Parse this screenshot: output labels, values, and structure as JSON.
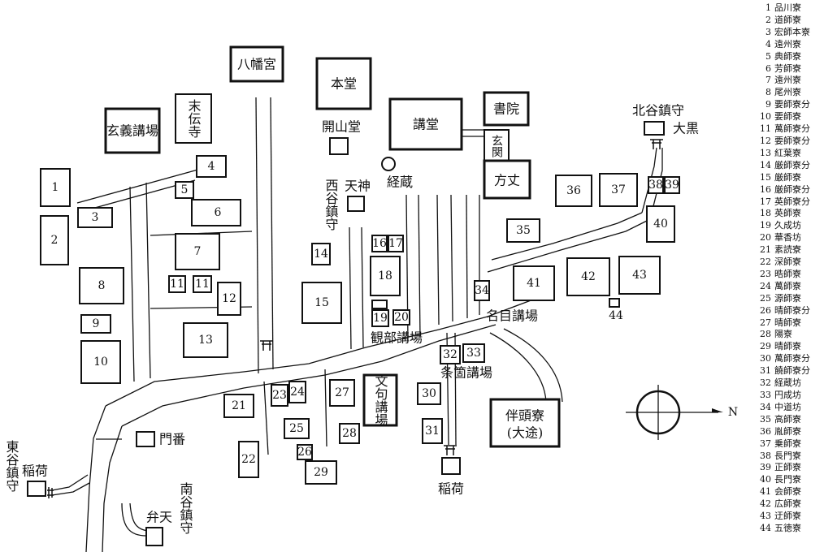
{
  "landmarks": {
    "hachimangu": "八幡宮",
    "hondo": "本堂",
    "kodo": "講堂",
    "shoin": "書院",
    "genkan": "玄関",
    "hojo": "方丈",
    "kaisando": "開山堂",
    "kyozo": "経蔵",
    "gengi_kojo": "玄義講場",
    "matsuden_ji": "末伝寺",
    "tenjin": "天神",
    "nishidani_chinju": "西谷鎮守",
    "kitadani_chinju": "北谷鎮守",
    "daikoku": "大黒",
    "myomoku_kojo": "名目講場",
    "kanbu_kojo": "観部講場",
    "joka_kojo": "条箇講場",
    "monku_kojo": "文句講場",
    "hanzu_ryo": "伴頭寮",
    "hanzu_ryo_note": "(大途)",
    "monban": "門番",
    "inari": "稲荷",
    "higashidani_chinju": "東谷鎮守",
    "higashidani_inari": "稲荷",
    "benten": "弁天",
    "minamidani_chinju": "南谷鎮守"
  },
  "compass": {
    "north": "N"
  },
  "buildings": [
    "1",
    "2",
    "3",
    "4",
    "5",
    "6",
    "7",
    "8",
    "9",
    "10",
    "11",
    "11",
    "12",
    "13",
    "14",
    "15",
    "16",
    "17",
    "18",
    "19",
    "20",
    "21",
    "22",
    "23",
    "24",
    "25",
    "26",
    "27",
    "28",
    "29",
    "30",
    "31",
    "32",
    "33",
    "34",
    "35",
    "36",
    "37",
    "38",
    "39",
    "40",
    "41",
    "42",
    "43",
    "44"
  ],
  "legend": [
    {
      "no": "1",
      "name": "品川寮"
    },
    {
      "no": "2",
      "name": "道師寮"
    },
    {
      "no": "3",
      "name": "宏師本寮"
    },
    {
      "no": "4",
      "name": "遠州寮"
    },
    {
      "no": "5",
      "name": "典師寮"
    },
    {
      "no": "6",
      "name": "芳師寮"
    },
    {
      "no": "7",
      "name": "遠州寮"
    },
    {
      "no": "8",
      "name": "尾州寮"
    },
    {
      "no": "9",
      "name": "要師寮分"
    },
    {
      "no": "10",
      "name": "要師寮"
    },
    {
      "no": "11",
      "name": "萬師寮分"
    },
    {
      "no": "12",
      "name": "要師寮分"
    },
    {
      "no": "13",
      "name": "紅葉寮"
    },
    {
      "no": "14",
      "name": "厳師寮分"
    },
    {
      "no": "15",
      "name": "厳師寮"
    },
    {
      "no": "16",
      "name": "厳師寮分"
    },
    {
      "no": "17",
      "name": "英師寮分"
    },
    {
      "no": "18",
      "name": "英師寮"
    },
    {
      "no": "19",
      "name": "久成坊"
    },
    {
      "no": "20",
      "name": "華香坊"
    },
    {
      "no": "21",
      "name": "素読寮"
    },
    {
      "no": "22",
      "name": "深師寮"
    },
    {
      "no": "23",
      "name": "晧師寮"
    },
    {
      "no": "24",
      "name": "萬師寮"
    },
    {
      "no": "25",
      "name": "源師寮"
    },
    {
      "no": "26",
      "name": "晴師寮分"
    },
    {
      "no": "27",
      "name": "晴師寮"
    },
    {
      "no": "28",
      "name": "陽寮"
    },
    {
      "no": "29",
      "name": "晴師寮"
    },
    {
      "no": "30",
      "name": "萬師寮分"
    },
    {
      "no": "31",
      "name": "饒師寮分"
    },
    {
      "no": "32",
      "name": "経蔵坊"
    },
    {
      "no": "33",
      "name": "円成坊"
    },
    {
      "no": "34",
      "name": "中道坊"
    },
    {
      "no": "35",
      "name": "高師寮"
    },
    {
      "no": "36",
      "name": "胤師寮"
    },
    {
      "no": "37",
      "name": "乗師寮"
    },
    {
      "no": "38",
      "name": "長門寮"
    },
    {
      "no": "39",
      "name": "正師寮"
    },
    {
      "no": "40",
      "name": "長門寮"
    },
    {
      "no": "41",
      "name": "会師寮"
    },
    {
      "no": "42",
      "name": "広師寮"
    },
    {
      "no": "43",
      "name": "迂師寮"
    },
    {
      "no": "44",
      "name": "五徳寮"
    }
  ]
}
